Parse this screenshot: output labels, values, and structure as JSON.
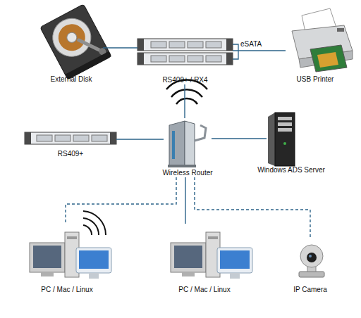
{
  "diagram": {
    "nodes": [
      {
        "text": [
          "External Disk"
        ]
      },
      {
        "text": [
          "RS409+ / RX4"
        ]
      },
      {
        "text": [
          "USB Printer"
        ]
      },
      {
        "text": [
          "RS409+"
        ]
      },
      {
        "text": [
          "Wireless Router"
        ]
      },
      {
        "text": [
          "Windows ADS Server"
        ]
      },
      {
        "text": [
          "PC / Mac / Linux"
        ]
      },
      {
        "text": [
          "PC / Mac / Linux"
        ]
      },
      {
        "text": [
          "IP Camera"
        ]
      }
    ],
    "edges": [
      {
        "from": 0,
        "to": 1,
        "arrow": "none"
      },
      {
        "from": 1,
        "to": 2,
        "arrow": "none"
      },
      {
        "from": 1,
        "to": 4,
        "arrow": "none"
      },
      {
        "from": 3,
        "to": 4,
        "arrow": "none"
      },
      {
        "from": 4,
        "to": 5,
        "arrow": "none"
      },
      {
        "from": 4,
        "to": 6,
        "arrow": "none"
      },
      {
        "from": 4,
        "to": 7,
        "arrow": "none"
      },
      {
        "from": 4,
        "to": 8,
        "arrow": "none"
      }
    ],
    "labels": [
      "eSATA"
    ]
  }
}
